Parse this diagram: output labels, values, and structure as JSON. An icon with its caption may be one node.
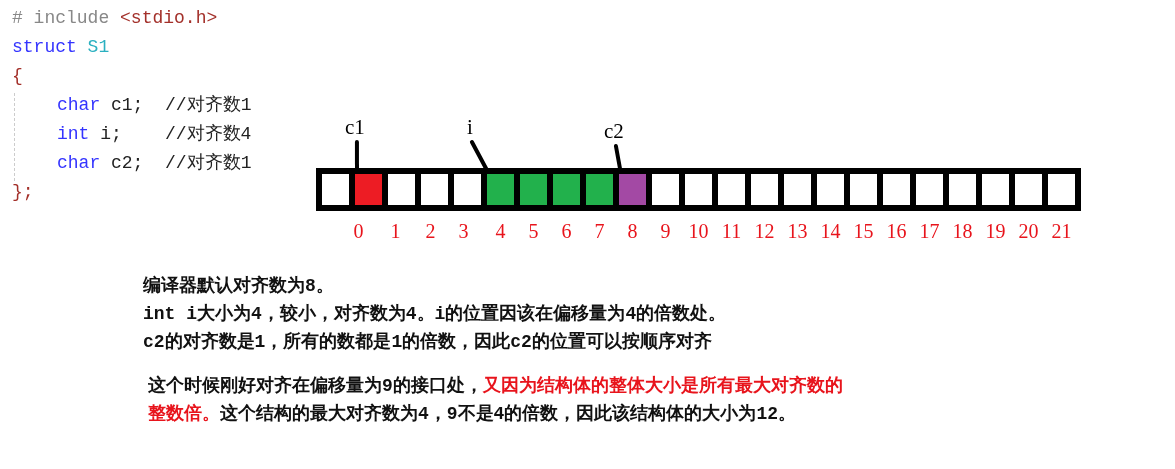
{
  "diagram": {
    "nodes": [
      {
        "text": [
          "c1"
        ]
      },
      {
        "text": [
          "i"
        ]
      },
      {
        "text": [
          "c2"
        ]
      },
      {
        "text": [],
        "shape": "bar"
      },
      {
        "text": [],
        "shape": "box",
        "in": 3
      },
      {
        "text": [],
        "shape": "box",
        "in": 3,
        "beside": [
          "0"
        ]
      },
      {
        "text": [],
        "shape": "box",
        "in": 3,
        "beside": [
          "1"
        ]
      },
      {
        "text": [],
        "shape": "box",
        "in": 3,
        "beside": [
          "2"
        ]
      },
      {
        "text": [],
        "shape": "box",
        "in": 3,
        "beside": [
          "3"
        ]
      },
      {
        "text": [],
        "shape": "box",
        "in": 3,
        "beside": [
          "4"
        ]
      },
      {
        "text": [],
        "shape": "box",
        "in": 3,
        "beside": [
          "5"
        ]
      },
      {
        "text": [],
        "shape": "box",
        "in": 3,
        "beside": [
          "6"
        ]
      },
      {
        "text": [],
        "shape": "box",
        "in": 3,
        "beside": [
          "7"
        ]
      },
      {
        "text": [],
        "shape": "box",
        "in": 3,
        "beside": [
          "8"
        ]
      },
      {
        "text": [],
        "shape": "box",
        "in": 3,
        "beside": [
          "9"
        ]
      },
      {
        "text": [],
        "shape": "box",
        "in": 3,
        "beside": [
          "10"
        ]
      },
      {
        "text": [],
        "shape": "box",
        "in": 3,
        "beside": [
          "11"
        ]
      },
      {
        "text": [],
        "shape": "box",
        "in": 3,
        "beside": [
          "12"
        ]
      },
      {
        "text": [],
        "shape": "box",
        "in": 3,
        "beside": [
          "13"
        ]
      },
      {
        "text": [],
        "shape": "box",
        "in": 3,
        "beside": [
          "14"
        ]
      },
      {
        "text": [],
        "shape": "box",
        "in": 3,
        "beside": [
          "15"
        ]
      },
      {
        "text": [],
        "shape": "box",
        "in": 3,
        "beside": [
          "16"
        ]
      },
      {
        "text": [],
        "shape": "box",
        "in": 3,
        "beside": [
          "17"
        ]
      },
      {
        "text": [],
        "shape": "box",
        "in": 3,
        "beside": [
          "18"
        ]
      },
      {
        "text": [],
        "shape": "box",
        "in": 3,
        "beside": [
          "19"
        ]
      },
      {
        "text": [],
        "shape": "box",
        "in": 3,
        "beside": [
          "20"
        ]
      },
      {
        "text": [],
        "shape": "box",
        "in": 3,
        "beside": [
          "21"
        ]
      }
    ],
    "edges": [
      {
        "from": 0,
        "to": 5,
        "arrow": "none"
      },
      {
        "from": 1,
        "to": 9,
        "arrow": "none"
      },
      {
        "from": 2,
        "to": 13,
        "arrow": "none"
      }
    ],
    "labels": [
      "# include <stdio.h>",
      "struct S1",
      "{",
      "char c1;  //对齐数1",
      "int i;    //对齐数4",
      "char c2;  //对齐数1",
      "};",
      "编译器默认对齐数为8。",
      "int i大小为4，较小，对齐数为4。i的位置因该在偏移量为4的倍数处。",
      "c2的对齐数是1，所有的数都是1的倍数，因此c2的位置可以按顺序对齐",
      "这个时候刚好对齐在偏移量为9的接口处，",
      "又因为结构体的整体大小是所有最大对齐数的整数倍。",
      "这个结构的最大对齐数为4，9不是4的倍数，因此该结构体的大小为12。"
    ]
  }
}
